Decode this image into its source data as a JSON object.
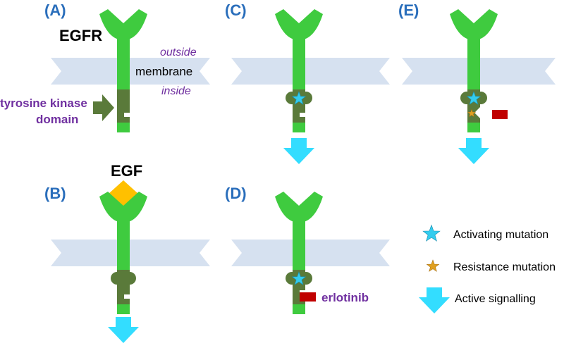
{
  "panels": {
    "a": "(A)",
    "b": "(B)",
    "c": "(C)",
    "d": "(D)",
    "e": "(E)"
  },
  "labels": {
    "egfr": "EGFR",
    "outside": "outside",
    "membrane": "membrane",
    "inside": "inside",
    "tk_line1": "tyrosine kinase",
    "tk_line2": "domain",
    "egf": "EGF",
    "erlotinib": "erlotinib"
  },
  "legend": {
    "activating": "Activating mutation",
    "resistance": "Resistance mutation",
    "signalling": "Active signalling"
  },
  "colors": {
    "receptor": "#3fcb3f",
    "kinase": "#5a7a3a",
    "membrane": "#d6e1f0",
    "egf": "#ffc000",
    "erlotinib": "#c00000",
    "activating_star": "#33ccee",
    "resistance_star": "#e0a020",
    "signal_arrow": "#33ddff",
    "panel_label": "#2a6ebb",
    "purple_text": "#7030a0"
  }
}
